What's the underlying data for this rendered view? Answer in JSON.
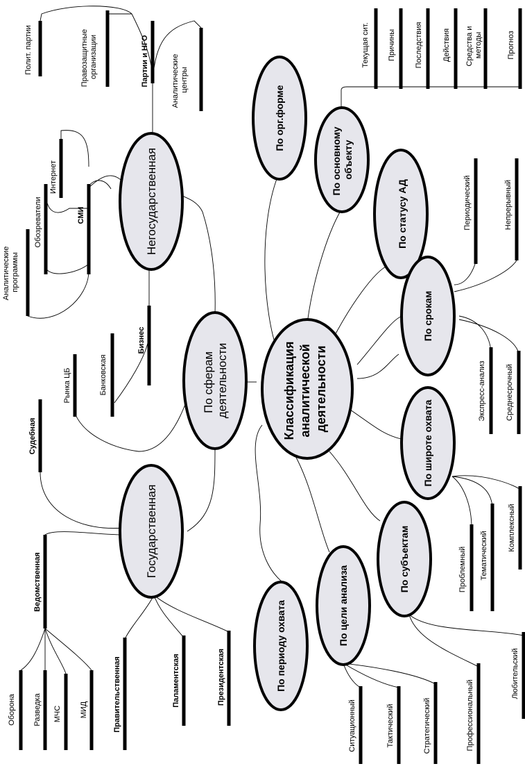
{
  "center": [
    "Классификация",
    "аналитической",
    "деятельности"
  ],
  "nodes": {
    "spheres": [
      "По сферам",
      "деятельности"
    ],
    "nongov": "Негосударственная",
    "gov": "Государственная",
    "org_form": "По орг.форме",
    "main_object": [
      "По основному",
      "объекту"
    ],
    "status": "По статусу АД",
    "terms": "По срокам",
    "coverage": "По широте охвата",
    "subjects": "По субъектам",
    "goal": "По цели анализа",
    "period": "По периоду охвата"
  },
  "leaves": {
    "polit_parties": "Полит. партии",
    "rights_orgs": [
      "Правозащитные",
      "организации"
    ],
    "parties_ngo": "Партии и НГО",
    "analytic_centers": [
      "Аналитические",
      "центры"
    ],
    "internet": "Интернет",
    "reviewers": "Обозреватели",
    "smi": "СМИ",
    "analytic_programs": [
      "Аналитические",
      "программы"
    ],
    "cb_market": "Рынка ЦБ",
    "banking": "Банковская",
    "business": "Бизнес",
    "judicial": "Судебная",
    "departmental": "Ведомственная",
    "defense": "Оборона",
    "intelligence": "Разведка",
    "emergency": "МЧС",
    "foreign": "МИД",
    "government": "Правительственная",
    "parliament": "Паламентская",
    "presidential": "Президентская",
    "current_sit": "Текущая сит.",
    "causes": "Причины",
    "consequences": "Последствия",
    "actions": "Действия",
    "means": [
      "Средства и",
      "методы"
    ],
    "forecast": "Прогноз",
    "periodic": "Периодический",
    "continuous": "Непрерывный",
    "express": "Экспресс-анализ",
    "midterm": "Среднесрочный",
    "problem": "Проблемный",
    "thematic": "Тематический",
    "complex": "Комплексный",
    "professional": "Профессиональный",
    "amateur": "Любительский",
    "situational": "Ситуационный",
    "tactical": "Тактический",
    "strategic": "Стратегический"
  }
}
